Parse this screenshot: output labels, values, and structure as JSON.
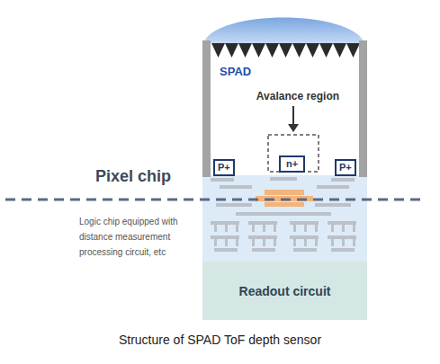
{
  "diagram": {
    "caption": "Structure of SPAD ToF depth sensor",
    "nodes": [
      {
        "text": [
          "SPAD"
        ]
      },
      {
        "text": [
          "Avalance region"
        ],
        "in": 0
      },
      {
        "text": [
          "P+"
        ],
        "in": 0
      },
      {
        "text": [
          "n+"
        ],
        "in": 1
      },
      {
        "text": [
          "P+"
        ],
        "in": 0
      },
      {
        "text": [
          "Readout circuit"
        ]
      }
    ],
    "labels": [
      "Pixel chip",
      "Logic chip equipped with distance measurement processing circuit, etc"
    ]
  }
}
